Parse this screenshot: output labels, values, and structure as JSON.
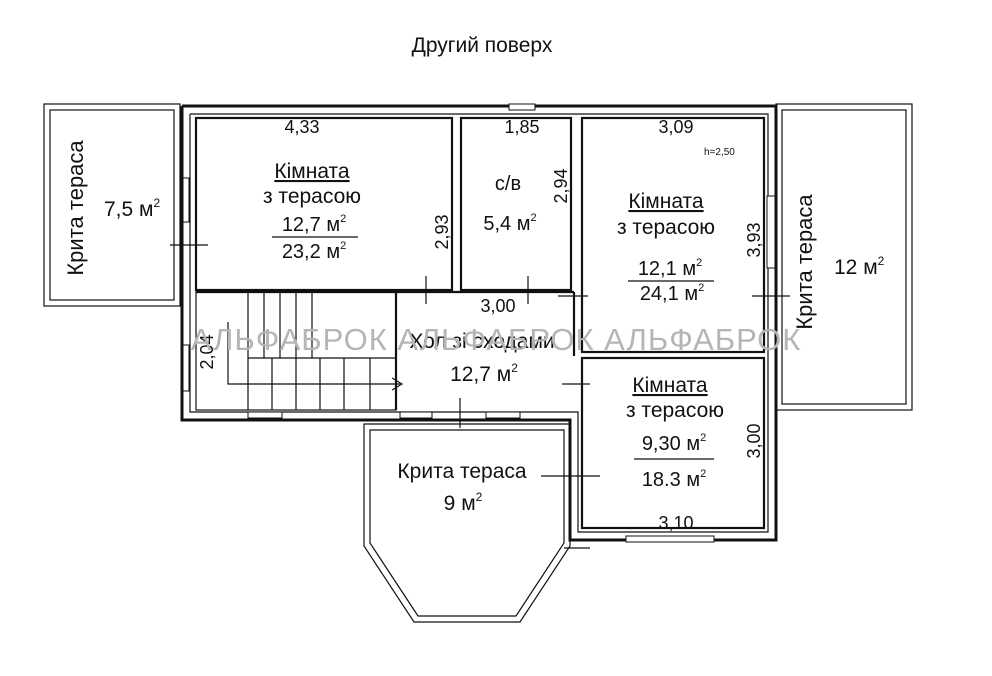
{
  "title": "Другий  поверх",
  "watermark": "АЛЬФАБРОК  АЛЬФАБРОК  АЛЬФАБРОК",
  "m2": "м",
  "sup2": "2",
  "ceiling_height": "h=2,50",
  "terrace_left": {
    "name": "Крита тераса",
    "area": "7,5"
  },
  "terrace_right": {
    "name": "Крита тераса",
    "area": "12"
  },
  "terrace_bottom": {
    "name": "Крита тераса",
    "area": "9"
  },
  "room1": {
    "line1": "Кімната",
    "line2": "з терасою",
    "area": "12,7",
    "total": "23,2",
    "width": "4,33",
    "depth": "2,93"
  },
  "bath": {
    "name": "с/в",
    "area": "5,4",
    "width": "1,85",
    "depth": "2,94"
  },
  "room2": {
    "line1": "Кімната",
    "line2": "з терасою",
    "area": "12,1",
    "total": "24,1",
    "width": "3,09",
    "depth": "3,93"
  },
  "hall": {
    "name": "Хол зі сходами",
    "area": "12,7",
    "width": "3,00",
    "depth": "2,04"
  },
  "room3": {
    "line1": "Кімната",
    "line2": "з терасою",
    "area": "9,30",
    "total": "18.3",
    "width": "3,10",
    "depth": "3,00"
  }
}
